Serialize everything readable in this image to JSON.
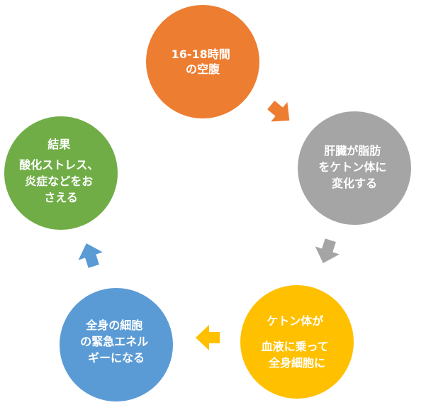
{
  "nodes": [
    {
      "id": "fasting",
      "lines": [
        "16-18時間",
        "の空腹"
      ],
      "color": "#ED7D31"
    },
    {
      "id": "liver",
      "lines": [
        "肝臓が脂肪",
        "をケトン体に",
        "変化する"
      ],
      "color": "#A5A5A5"
    },
    {
      "id": "blood",
      "lines": [
        "ケトン体が",
        "",
        "血液に乗って",
        "全身細胞に"
      ],
      "color": "#FFC000"
    },
    {
      "id": "energy",
      "lines": [
        "全身の細胞",
        "の緊急エネル",
        "ギーになる"
      ],
      "color": "#5B9BD5"
    },
    {
      "id": "result",
      "lines": [
        "結果",
        "酸化ストレス、",
        "炎症などをお",
        "さえる"
      ],
      "color": "#70AD47"
    }
  ],
  "arrows": [
    {
      "id": "arrow-fasting-to-liver",
      "color": "#ED7D31"
    },
    {
      "id": "arrow-liver-to-blood",
      "color": "#A5A5A5"
    },
    {
      "id": "arrow-blood-to-energy",
      "color": "#FFC000"
    },
    {
      "id": "arrow-energy-to-result",
      "color": "#5B9BD5"
    }
  ]
}
